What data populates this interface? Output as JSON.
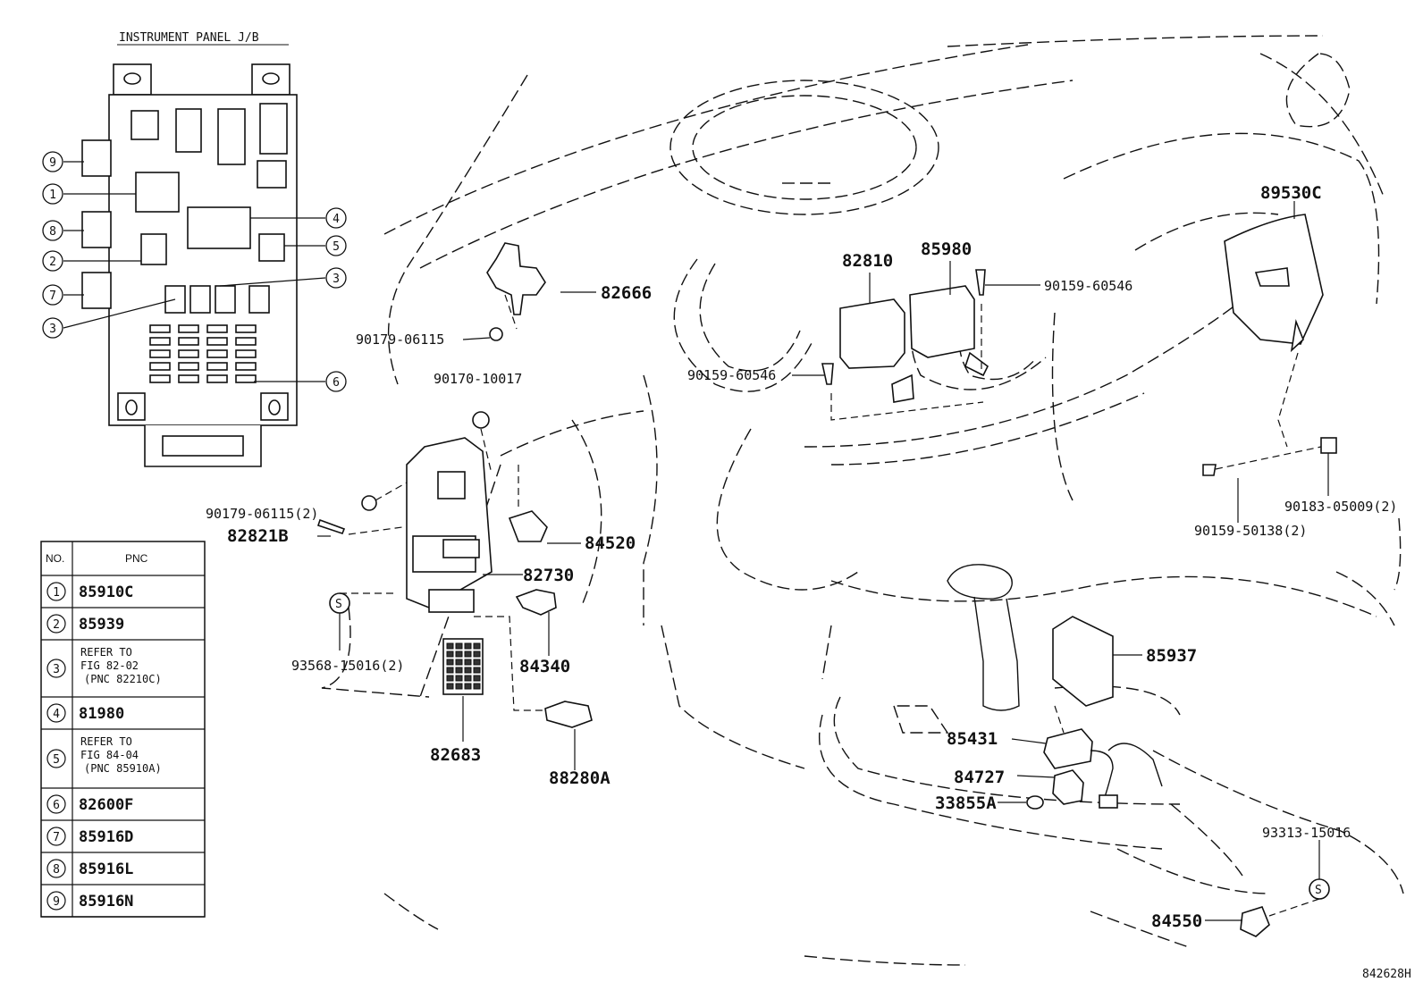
{
  "jb_title": "INSTRUMENT PANEL J/B",
  "table": {
    "col_no": "NO.",
    "col_pnc": "PNC",
    "rows": [
      {
        "no": "1",
        "pnc": "85910C"
      },
      {
        "no": "2",
        "pnc": "85939"
      },
      {
        "no": "3",
        "ref_line1": "REFER TO",
        "ref_line2": "FIG 82-02",
        "ref_line3": "(PNC 82210C)"
      },
      {
        "no": "4",
        "pnc": "81980"
      },
      {
        "no": "5",
        "ref_line1": "REFER TO",
        "ref_line2": "FIG 84-04",
        "ref_line3": "(PNC 85910A)"
      },
      {
        "no": "6",
        "pnc": "82600F"
      },
      {
        "no": "7",
        "pnc": "85916D"
      },
      {
        "no": "8",
        "pnc": "85916L"
      },
      {
        "no": "9",
        "pnc": "85916N"
      }
    ]
  },
  "jb_callouts": [
    "9",
    "1",
    "8",
    "2",
    "7",
    "3",
    "4",
    "5",
    "3",
    "6"
  ],
  "callouts": {
    "p82666": "82666",
    "p90179a": "90179-06115",
    "p90170": "90170-10017",
    "p90179b": "90179-06115(2)",
    "p82821b": "82821B",
    "p84520": "84520",
    "p82730": "82730",
    "p93568": "93568-15016(2)",
    "p84340": "84340",
    "p82683": "82683",
    "p88280a": "88280A",
    "p82810": "82810",
    "p85980": "85980",
    "p90159a": "90159-60546",
    "p90159b": "90159-60546",
    "p89530c": "89530C",
    "p90183": "90183-05009(2)",
    "p90159c": "90159-50138(2)",
    "p85937": "85937",
    "p85431": "85431",
    "p84727": "84727",
    "p33855a": "33855A",
    "p93313": "93313-15016",
    "p84550": "84550",
    "s_a": "S",
    "s_b": "S"
  },
  "figure_id": "842628H"
}
